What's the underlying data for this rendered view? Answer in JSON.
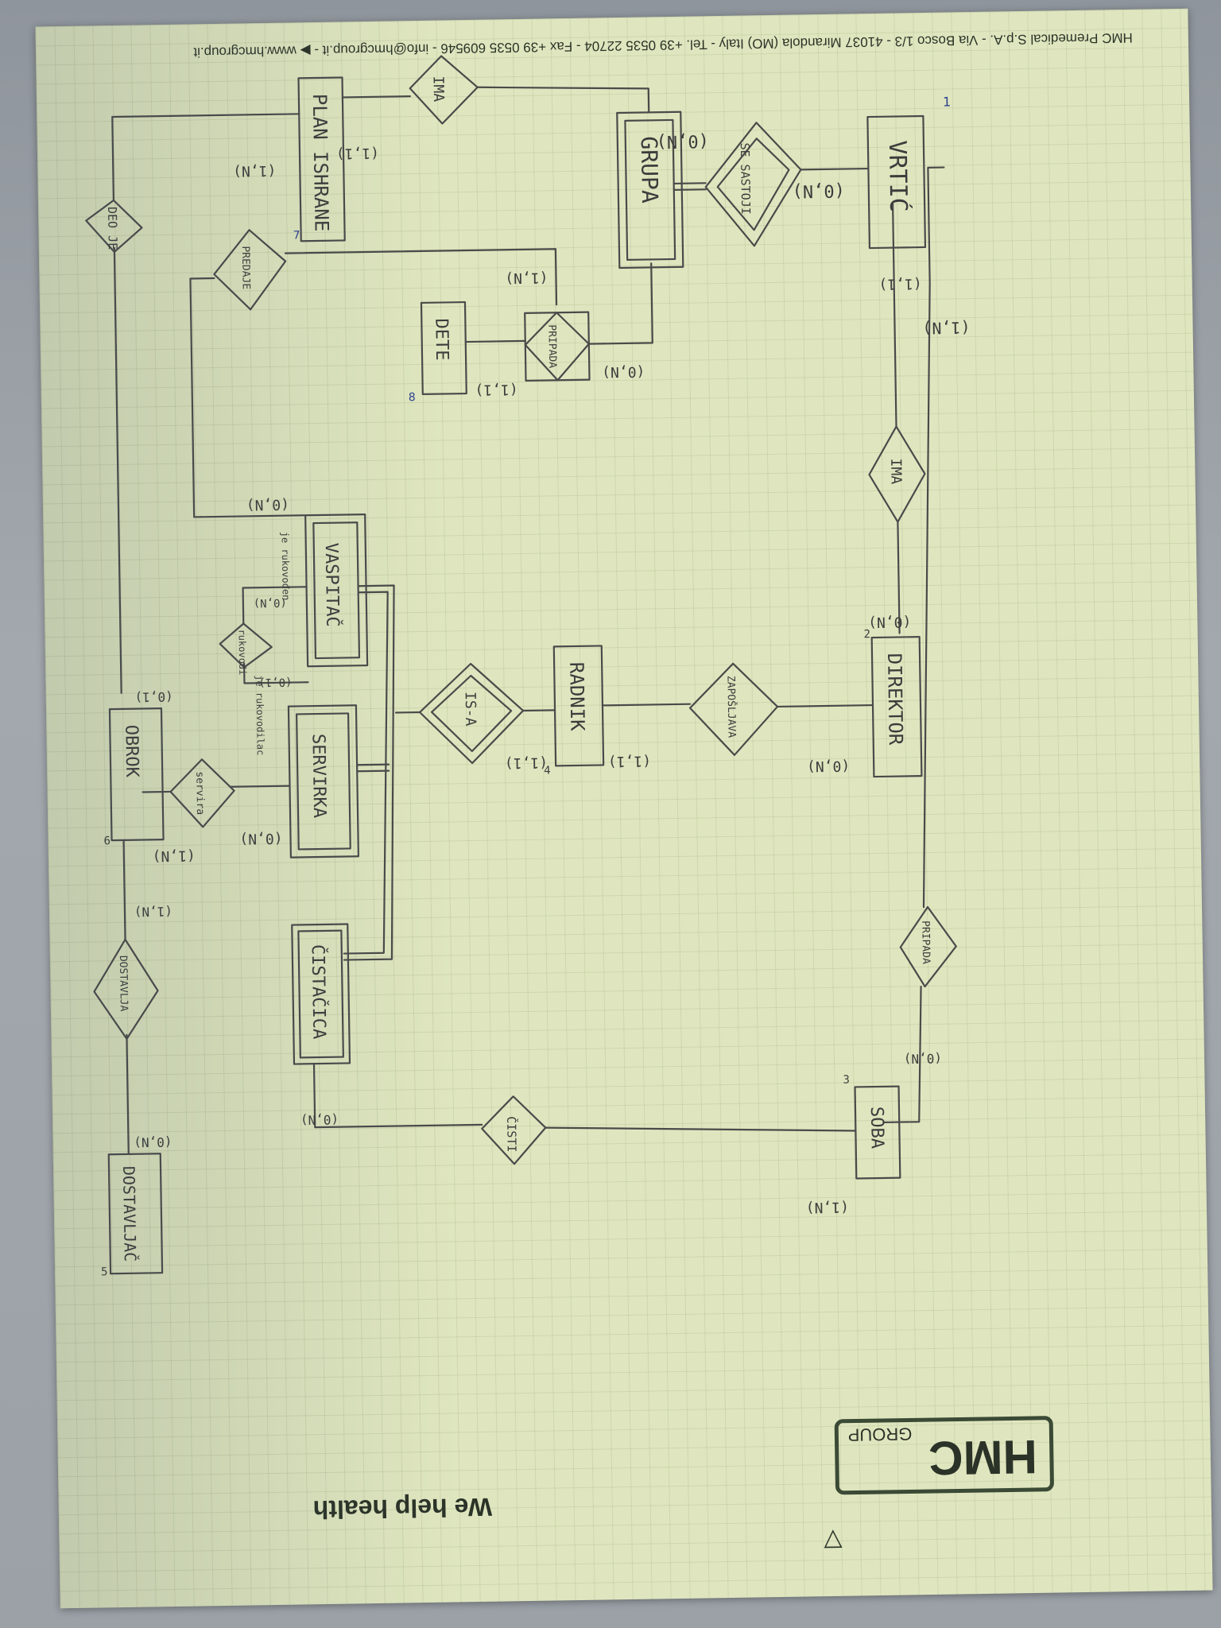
{
  "header_footer": {
    "company_line": "HMC Premedical S.p.A. - Via Bosco 1/3 - 41037 Mirandola (MO) Italy - Tel. +39 0535 22704 - Fax +39 0535 609546 - info@hmcgroup.it - ▶ www.hmcgroup.it",
    "slogan": "We help health",
    "logo_text": "HMC",
    "logo_group": "GROUP"
  },
  "entities": {
    "vrtic": "VRTIĆ",
    "grupa": "GRUPA",
    "plan_ishrane": "PLAN ISHRANE",
    "dete": "DETE",
    "direktor": "DIREKTOR",
    "radnik": "RADNIK",
    "vaspitac": "VASPITAČ",
    "serviserka": "SERVIRKA",
    "cistacica": "ČISTAČICA",
    "obrok": "OBROK",
    "dostavljac": "DOSTAVLJAČ",
    "soba": "SOBA"
  },
  "relationships": {
    "ima_grupa": "IMA",
    "se_sastoji": "SE SASTOJI",
    "pripada_dete": "PRIPADA",
    "predaje": "PREDAJE",
    "deo_je": "DEO JE",
    "ima_direktor": "IMA",
    "zaposljava": "ZAPOŠLJAVA",
    "is_a": "IS-A",
    "rukovodi": "rukovodi",
    "servira": "servira",
    "dostavlja": "DOSTAVLJA",
    "pripada_soba": "PRIPADA",
    "cisti": "ČISTI"
  },
  "annotations": {
    "rukovodi_top": "je rukovođen",
    "rukovodi_bottom": "je rukovodilac"
  },
  "cardinalities": {
    "c_vrtic_sastoji": "(0,N)",
    "c_vrtic_direktor": "(1,1)",
    "c_vrtic_top": "(1,N)",
    "c_grupa_ima": "(0,N)",
    "c_plan_ima": "(1,1)",
    "c_plan_deo": "(1,N)",
    "c_grupa_pripada": "(0,N)",
    "c_pripada_predaje": "(1,N)",
    "c_dete_pripada": "(1,1)",
    "c_direktor_ima": "(0,N)",
    "c_direktor_zap": "(0,N)",
    "c_radnik_zap": "(1,1)",
    "c_radnik_isa": "(1,1)",
    "c_vaspitac_predaje": "(0,N)",
    "c_rukovodi_a": "(0,N)",
    "c_rukovodi_b": "(0,1)",
    "c_serv_servira": "(0,N)",
    "c_obrok_deo": "(0,1)",
    "c_obrok_servira": "(1,N)",
    "c_obrok_dostavlja": "(1,N)",
    "c_dostavljac": "(0,N)",
    "c_soba_pripada": "(0,N)",
    "c_soba_cisti": "(1,N)",
    "c_cistacica_cisti": "(0,N)"
  },
  "markers": {
    "m1": "1",
    "m2": "2",
    "m3": "3",
    "m4": "4",
    "m5": "5",
    "m6": "6",
    "m7": "7",
    "m8": "8"
  },
  "colors": {
    "paper": "#dfe6bf",
    "ink": "#4a4a4a",
    "logo_green": "#3a4a35"
  }
}
